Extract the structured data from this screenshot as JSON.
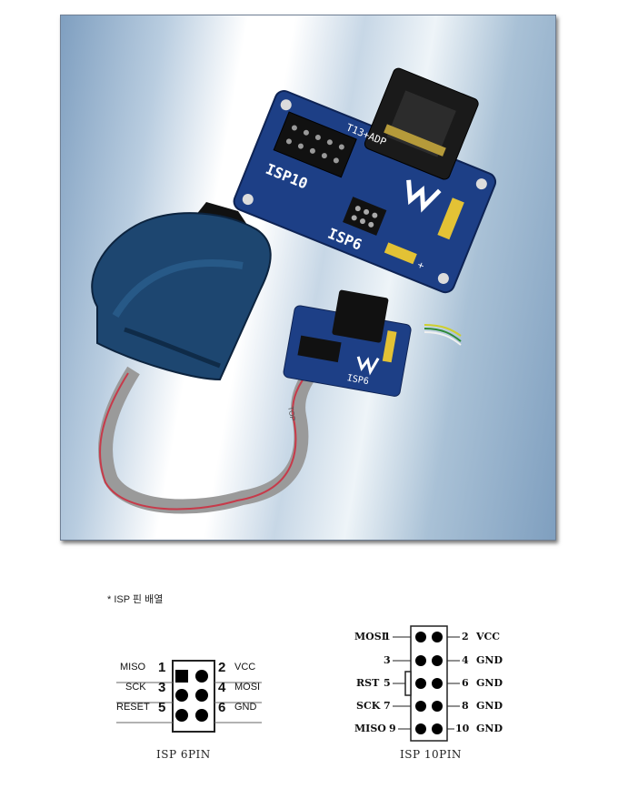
{
  "photo": {
    "board1": {
      "silk_adapter": "T13+ADP",
      "silk_isp10": "ISP10",
      "silk_isp6": "ISP6",
      "silk_plus": "+"
    },
    "board2": {
      "silk_isp6": "ISP6",
      "silk_top": "TOP"
    }
  },
  "note": "* ISP 핀 배열",
  "isp6": {
    "caption": "ISP 6PIN",
    "left_pins": [
      {
        "signal": "MISO",
        "num": "1"
      },
      {
        "signal": "SCK",
        "num": "3"
      },
      {
        "signal": "RESET",
        "num": "5"
      }
    ],
    "right_pins": [
      {
        "num": "2",
        "signal": "VCC"
      },
      {
        "num": "4",
        "signal": "MOSI"
      },
      {
        "num": "6",
        "signal": "GND"
      }
    ]
  },
  "isp10": {
    "caption": "ISP 10PIN",
    "left_pins": [
      {
        "signal": "MOSI",
        "num": "1"
      },
      {
        "signal": "",
        "num": "3"
      },
      {
        "signal": "RST",
        "num": "5"
      },
      {
        "signal": "SCK",
        "num": "7"
      },
      {
        "signal": "MISO",
        "num": "9"
      }
    ],
    "right_pins": [
      {
        "num": "2",
        "signal": "VCC"
      },
      {
        "num": "4",
        "signal": "GND"
      },
      {
        "num": "6",
        "signal": "GND"
      },
      {
        "num": "8",
        "signal": "GND"
      },
      {
        "num": "10",
        "signal": "GND"
      }
    ]
  }
}
